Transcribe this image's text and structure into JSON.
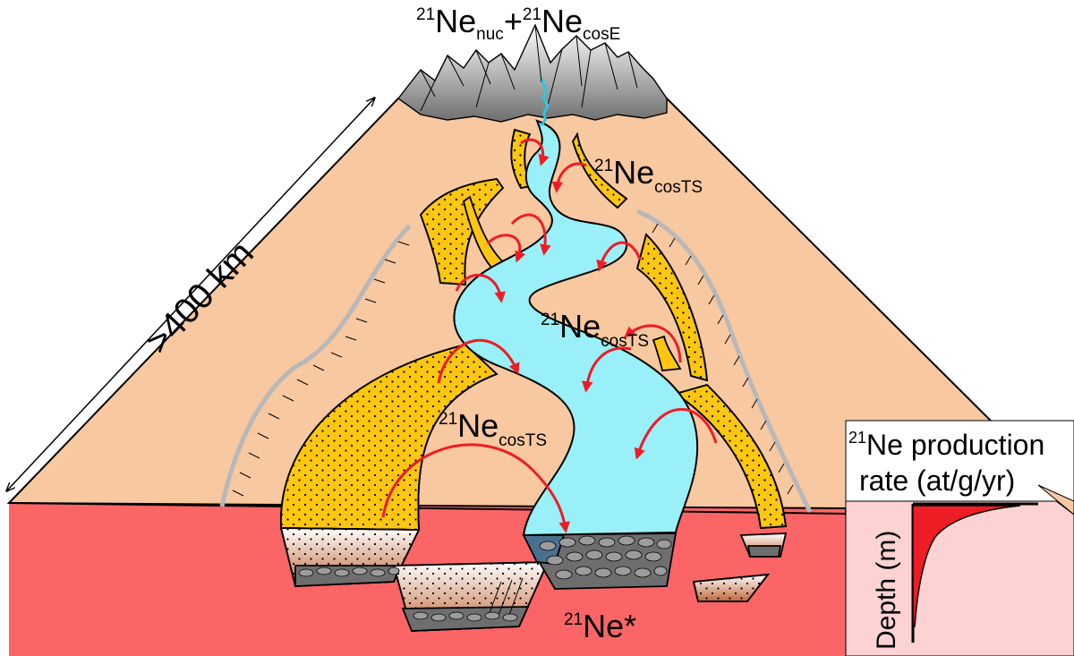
{
  "labels": {
    "top_nuc_base": "Ne",
    "top_nuc_sup": "21",
    "top_nuc_sub": "nuc",
    "top_plus": "+",
    "top_cose_base": "Ne",
    "top_cose_sup": "21",
    "top_cose_sub": "cosE",
    "costs_upper_base": "Ne",
    "costs_upper_sup": "21",
    "costs_upper_sub": "cosTS",
    "costs_middle_base": "Ne",
    "costs_middle_sup": "21",
    "costs_middle_sub": "cosTS",
    "costs_lower_base": "Ne",
    "costs_lower_sup": "21",
    "costs_lower_sub": "cosTS",
    "ne_star_base": "Ne*",
    "ne_star_sup": "21",
    "distance": ">400 km"
  },
  "inset": {
    "title_sup": "21",
    "title_line1": "Ne production",
    "title_line2": "rate (at/g/yr)",
    "y_axis": "Depth (m)"
  },
  "colors": {
    "mountain_tan": "#f8c8a0",
    "basin_red": "#fc6565",
    "river_cyan": "#99f0f8",
    "fan_yellow": "#fdc610",
    "arrow_red": "#ee1c25",
    "inset_pink": "#fcd2d2",
    "snow_grey": "#c8c8c8",
    "terrace_grey": "#b8b8b8"
  }
}
